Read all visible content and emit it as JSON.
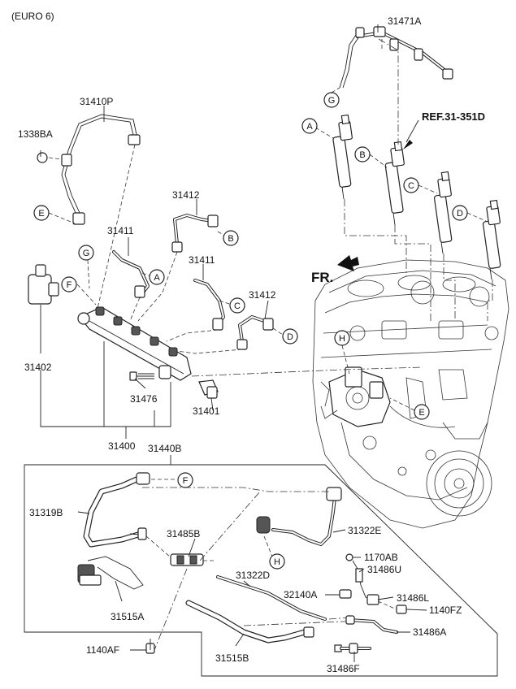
{
  "header": {
    "variant": "(EURO 6)"
  },
  "reference": {
    "label": "REF.31-351D"
  },
  "direction": {
    "label": "FR."
  },
  "parts": {
    "p31471A": "31471A",
    "p31410P": "31410P",
    "p1338BA": "1338BA",
    "p31412_upper": "31412",
    "p31411_left": "31411",
    "p31411_right": "31411",
    "p31412_lower": "31412",
    "p31402": "31402",
    "p31476": "31476",
    "p31401": "31401",
    "p31400": "31400",
    "p31440B": "31440B",
    "p31319B": "31319B",
    "p31485B": "31485B",
    "p31322E": "31322E",
    "p1170AB": "1170AB",
    "p31486U": "31486U",
    "p31322D": "31322D",
    "p32140A": "32140A",
    "p31486L": "31486L",
    "p1140FZ": "1140FZ",
    "p31515A": "31515A",
    "p31486A": "31486A",
    "p1140AF": "1140AF",
    "p31515B": "31515B",
    "p31486F": "31486F"
  },
  "callouts": {
    "A": "A",
    "B": "B",
    "C": "C",
    "D": "D",
    "E": "E",
    "F": "F",
    "G": "G",
    "H": "H"
  }
}
